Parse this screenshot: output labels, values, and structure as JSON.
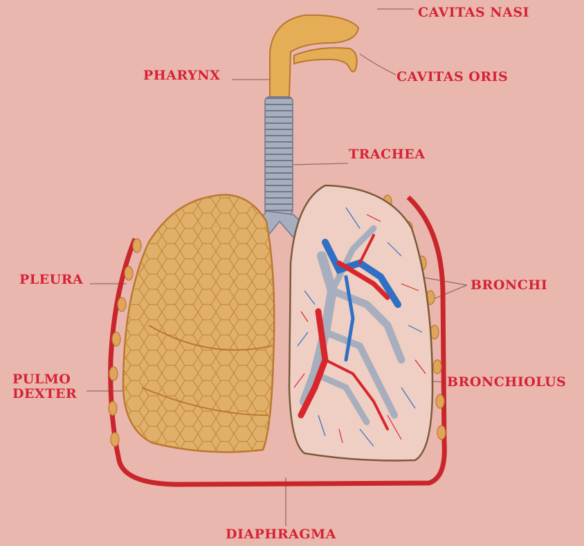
{
  "labels": {
    "cavitas_nasi": "CAVITAS NASI",
    "pharynx": "PHARYNX",
    "cavitas_oris": "CAVITAS ORIS",
    "trachea": "TRACHEA",
    "pleura": "PLEURA",
    "bronchi": "BRONCHI",
    "pulmo_line1": "PULMO",
    "pulmo_line2": "DEXTER",
    "bronchiolus": "BRONCHIOLUS",
    "diaphragma": "DIAPHRAGMA"
  },
  "colors": {
    "background": "#e9b7ae",
    "label_text": "#d62236",
    "lung_fill": "#e0b06a",
    "lung_outline": "#b9772e",
    "trachea": "#9aa3b5",
    "pleura": "#c9262c",
    "artery": "#d9262c",
    "vein": "#2f6fc4",
    "airway": "#e3ad4f"
  },
  "icons": [
    "lungs-illustration"
  ]
}
